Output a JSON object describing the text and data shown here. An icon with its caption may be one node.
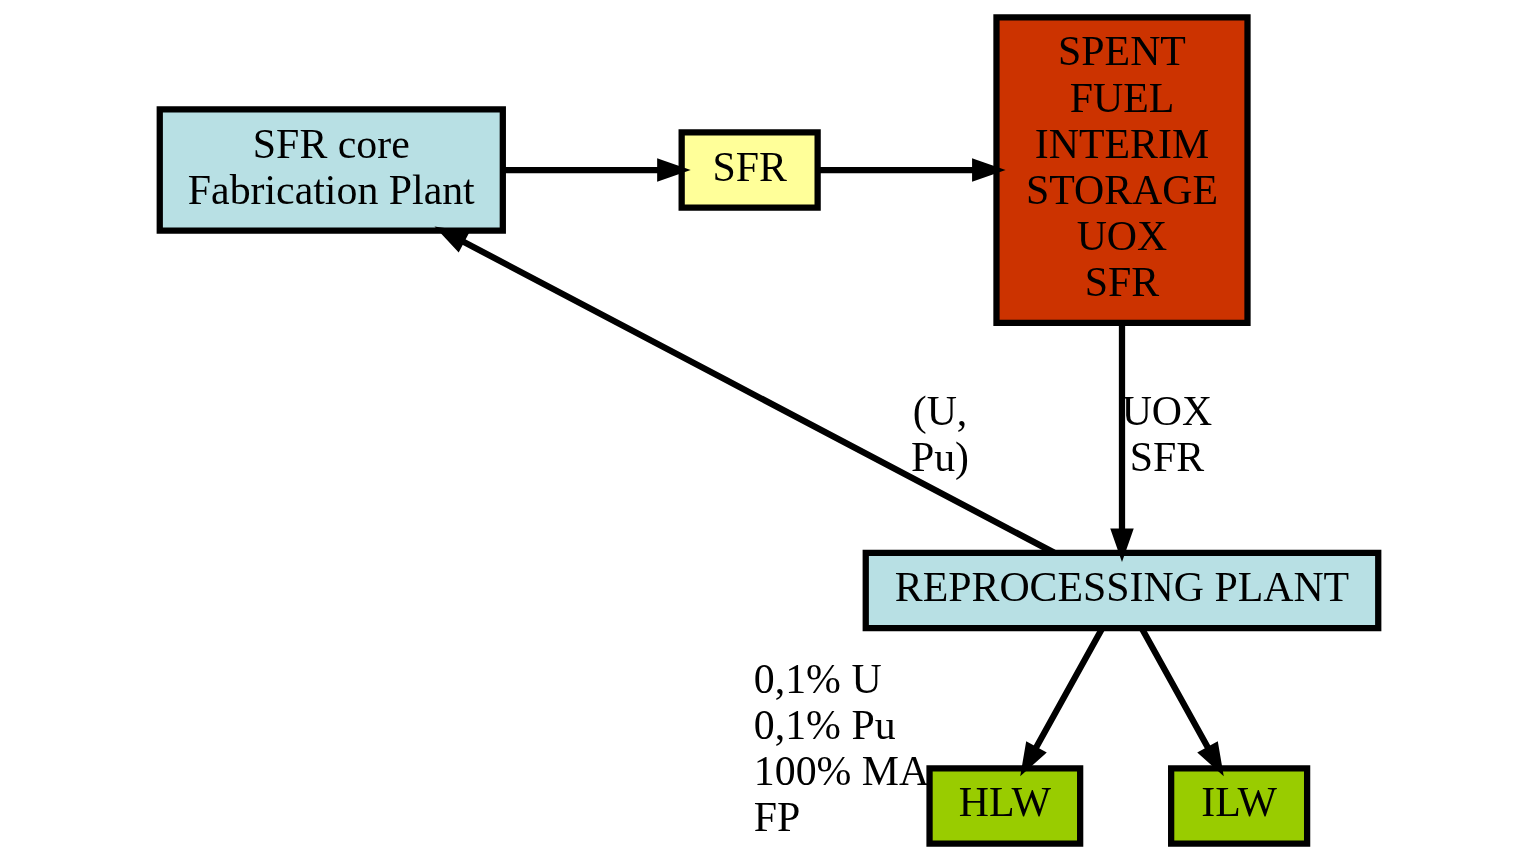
{
  "diagram": {
    "nodes": [
      {
        "text": [
          "SFR core Fabrication Plant"
        ]
      },
      {
        "text": [
          "SFR"
        ]
      },
      {
        "text": [
          "SPENT FUEL INTERIM STORAGE UOX SFR"
        ]
      },
      {
        "text": [
          "REPROCESSING PLANT"
        ]
      },
      {
        "text": [
          "HLW"
        ],
        "beside": [
          "0,1% U",
          "0,1% Pu",
          "100% MA",
          "FP"
        ]
      },
      {
        "text": [
          "ILW"
        ]
      }
    ],
    "edges": [
      {
        "from": 0,
        "to": 1,
        "arrow": "to"
      },
      {
        "from": 1,
        "to": 2,
        "arrow": "to"
      },
      {
        "from": 2,
        "to": 3,
        "arrow": "to",
        "label": "UOX SFR"
      },
      {
        "from": 3,
        "to": 0,
        "arrow": "to",
        "label": "(U, Pu)"
      },
      {
        "from": 3,
        "to": 4,
        "arrow": "to"
      },
      {
        "from": 3,
        "to": 5,
        "arrow": "to"
      }
    ]
  }
}
